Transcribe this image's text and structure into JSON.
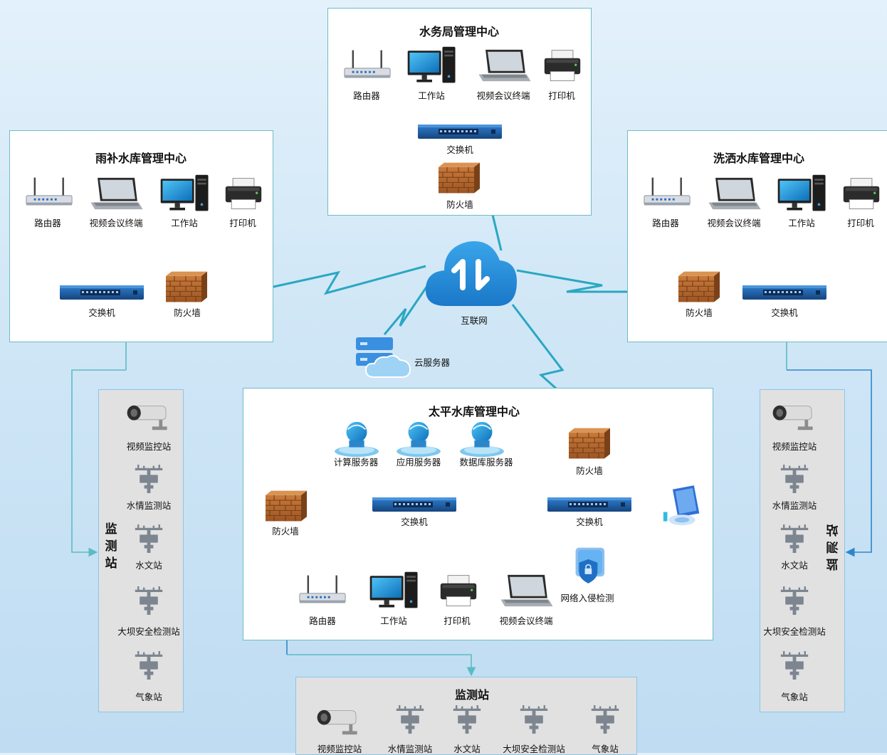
{
  "internet": {
    "label": "互联网"
  },
  "cloud_server": {
    "label": "云服务器"
  },
  "water_bureau": {
    "title": "水务局管理中心",
    "devices": [
      "路由器",
      "工作站",
      "视频会议终端",
      "打印机"
    ],
    "switch": "交换机",
    "firewall": "防火墙"
  },
  "yubu": {
    "title": "雨补水库管理中心",
    "devices": [
      "路由器",
      "视频会议终端",
      "工作站",
      "打印机"
    ],
    "switch": "交换机",
    "firewall": "防火墙"
  },
  "xisa": {
    "title": "洗洒水库管理中心",
    "devices": [
      "路由器",
      "视频会议终端",
      "工作站",
      "打印机"
    ],
    "firewall": "防火墙",
    "switch": "交换机"
  },
  "taiping": {
    "title": "太平水库管理中心",
    "servers": [
      "计算服务器",
      "应用服务器",
      "数据库服务器"
    ],
    "switch_left": "交换机",
    "switch_right": "交换机",
    "firewall_left": "防火墙",
    "firewall_right": "防火墙",
    "ids": "网络入侵检测",
    "devices": [
      "路由器",
      "工作站",
      "打印机",
      "视频会议终端"
    ]
  },
  "monitor_left": {
    "title_chars": [
      "监",
      "测",
      "站"
    ],
    "stations": [
      "视频监控站",
      "水情监测站",
      "水文站",
      "大坝安全检测站",
      "气象站"
    ]
  },
  "monitor_right": {
    "title_chars": [
      "监",
      "测",
      "站"
    ],
    "stations": [
      "视频监控站",
      "水情监测站",
      "水文站",
      "大坝安全检测站",
      "气象站"
    ]
  },
  "monitor_bottom": {
    "title": "监测站",
    "stations": [
      "视频监控站",
      "水情监测站",
      "水文站",
      "大坝安全检测站",
      "气象站"
    ]
  },
  "colors": {
    "panel_border": "#6fbcc3",
    "link_line": "#2aa1b8",
    "arrow_line": "#5bbcc4",
    "lightning": "#2aa7c2",
    "switch": "#1f5fa8",
    "firewall": "#b3682f",
    "cloud": "#1f8ad6",
    "monitor_bg": "#e1e1e1"
  }
}
